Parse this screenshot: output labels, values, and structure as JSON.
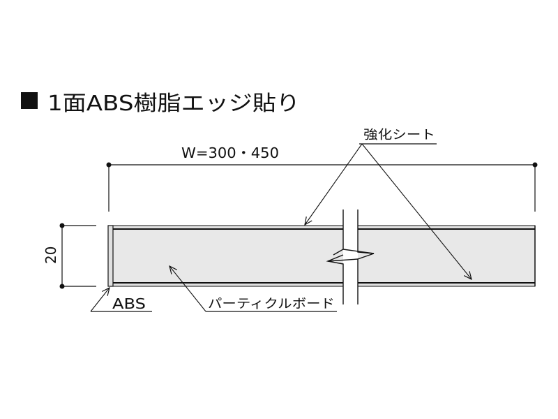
{
  "title": "1面ABS樹脂エッジ貼り",
  "dimensions": {
    "width_label": "W=300・450",
    "thickness_label": "20"
  },
  "labels": {
    "sheet": "強化シート",
    "edge": "ABS",
    "core": "パーティクルボード"
  },
  "colors": {
    "core_fill": "#e8e8e8",
    "edge_fill": "#e0e0e0",
    "line": "#111111"
  }
}
